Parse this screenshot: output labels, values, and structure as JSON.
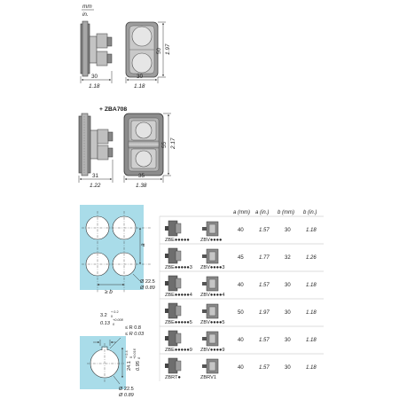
{
  "units": {
    "mm": "mm",
    "in": "in."
  },
  "view1": {
    "w_side_mm": "30",
    "w_side_in": "1.18",
    "w_front_mm": "30",
    "w_front_in": "1.18",
    "h_mm": "50",
    "h_in": "1.97"
  },
  "view2": {
    "title": "+ ZBA708",
    "w_side_mm": "31",
    "w_side_in": "1.22",
    "w_front_mm": "35",
    "w_front_in": "1.38",
    "h_mm": "55",
    "h_in": "2.17"
  },
  "panel": {
    "a": "a",
    "b": "≥ b",
    "hole_mm": "Ø 22.5",
    "hole_in": "Ø 0.89",
    "d_mm": "3.2",
    "d_mm_tol_top": "+ 0.2",
    "d_mm_tol_bot": "0",
    "d_in": "0.13",
    "d_in_tol_top": "+0.008",
    "d_in_tol_bot": "0",
    "r_mm": "≤ R 0.8",
    "r_in": "≤ R 0.03",
    "v_mm": "24.1",
    "v_mm_tol_top": "+ 0.4",
    "v_mm_tol_bot": "0",
    "v_in": "0.95",
    "v_in_tol_top": "+0.016",
    "v_in_tol_bot": "0",
    "hole2_mm": "Ø 22.5",
    "hole2_in": "Ø 0.89"
  },
  "table": {
    "headers": [
      "a (mm)",
      "a (in.)",
      "b (mm)",
      "b (in.)"
    ],
    "rows": [
      {
        "left": "ZBE●●●●●",
        "right": "ZBV●●●●",
        "a_mm": "40",
        "a_in": "1.57",
        "b_mm": "30",
        "b_in": "1.18"
      },
      {
        "left": "ZBE●●●●●3",
        "right": "ZBV●●●●3",
        "a_mm": "45",
        "a_in": "1.77",
        "b_mm": "32",
        "b_in": "1.26"
      },
      {
        "left": "ZBE●●●●●4",
        "right": "ZBV●●●●4",
        "a_mm": "40",
        "a_in": "1.57",
        "b_mm": "30",
        "b_in": "1.18"
      },
      {
        "left": "ZBE●●●●●5",
        "right": "ZBV●●●●5",
        "a_mm": "50",
        "a_in": "1.97",
        "b_mm": "30",
        "b_in": "1.18"
      },
      {
        "left": "ZBE●●●●●9",
        "right": "ZBV●●●●9",
        "a_mm": "40",
        "a_in": "1.57",
        "b_mm": "30",
        "b_in": "1.18"
      },
      {
        "left": "ZBRT●",
        "right": "ZBRV1",
        "a_mm": "40",
        "a_in": "1.57",
        "b_mm": "30",
        "b_in": "1.18"
      }
    ]
  }
}
